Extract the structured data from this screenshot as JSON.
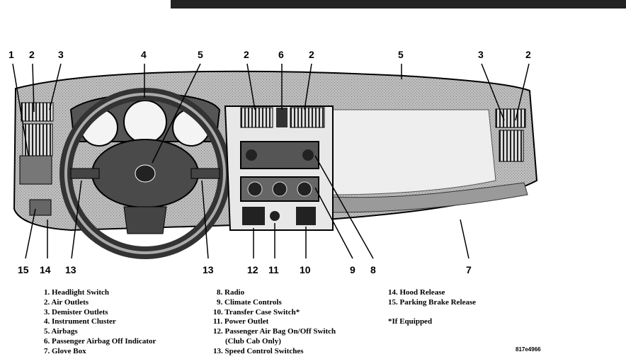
{
  "callouts_top": [
    "1",
    "2",
    "3",
    "4",
    "5",
    "2",
    "6",
    "2",
    "5",
    "3",
    "2"
  ],
  "callouts_bottom": [
    "15",
    "14",
    "13",
    "13",
    "12",
    "11",
    "10",
    "9",
    "8",
    "7"
  ],
  "legend": {
    "col1": [
      "1. Headlight Switch",
      "2. Air Outlets",
      "3. Demister Outlets",
      "4. Instrument Cluster",
      "5. Airbags",
      "6. Passenger Airbag Off Indicator",
      "7. Glove Box"
    ],
    "col2": [
      "8. Radio",
      "9. Climate Controls",
      "10. Transfer Case Switch*",
      "11. Power Outlet",
      "12. Passenger Air Bag On/Off Switch",
      "(Club Cab Only)",
      "13. Speed Control Switches"
    ],
    "col3": [
      "14. Hood Release",
      "15. Parking Brake Release",
      "",
      "*If Equipped"
    ]
  },
  "figure_code": "817e4966"
}
